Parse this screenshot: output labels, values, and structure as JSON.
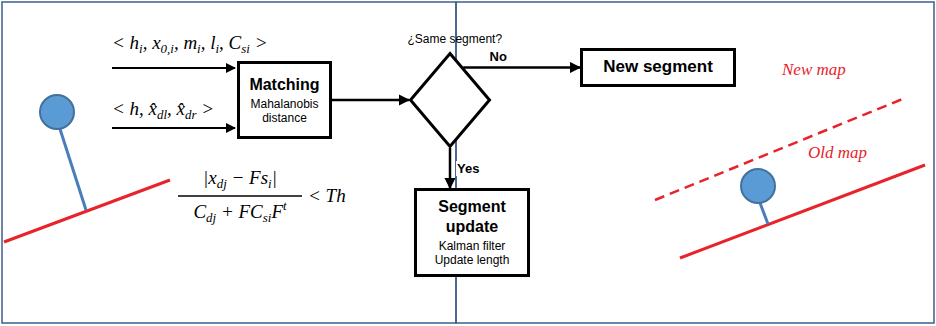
{
  "diagram": {
    "nodes": [
      {
        "text": [
          "Matching",
          "Mahalanobis distance"
        ]
      },
      {
        "text": [
          "¿Same segment?"
        ]
      },
      {
        "text": [
          "New segment"
        ]
      },
      {
        "text": [
          "Segment update",
          "Kalman filter Update length"
        ]
      }
    ],
    "edges": [
      {
        "from": 0,
        "to": 1,
        "arrow": "to"
      },
      {
        "from": 1,
        "to": 2,
        "label": "No",
        "arrow": "to"
      },
      {
        "from": 1,
        "to": 3,
        "label": "Yes",
        "arrow": "to"
      }
    ],
    "labels": [
      "< h",
      "i",
      ", x",
      "0,i",
      ", m",
      "i",
      ", l",
      "i",
      ", C",
      "si",
      " >",
      "< h, x̂",
      "dl",
      ", x̂",
      "dr",
      " >",
      "|x",
      "dj",
      " − Fs",
      "i",
      "|",
      "C",
      "dj",
      " + FC",
      "si",
      "F",
      "t",
      "< Th",
      "New map",
      "Old map"
    ]
  }
}
